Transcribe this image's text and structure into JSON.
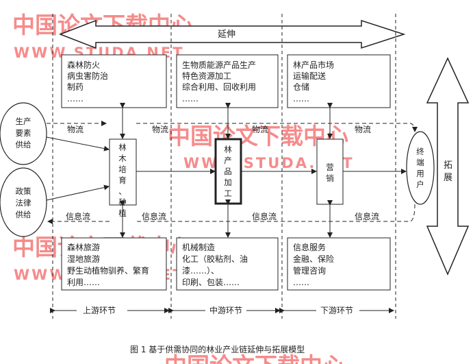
{
  "diagram": {
    "top_arrow_label": "延伸",
    "right_arrow_label": "拓展",
    "caption": "图 1   基于供需协同的林业产业链延伸与拓展模型",
    "left_nodes": [
      {
        "label": "生产要素供给"
      },
      {
        "label": "政策法律供给"
      }
    ],
    "end_node": {
      "label": "终端用户"
    },
    "chain_nodes": [
      {
        "label": "林木培育、种植"
      },
      {
        "label": "林产品加工"
      },
      {
        "label": "营销"
      }
    ],
    "top_boxes": [
      {
        "lines": [
          "森林防火",
          "病虫害防治",
          "制药",
          "……"
        ]
      },
      {
        "lines": [
          "生物质能源产品生产",
          "特色资源加工",
          "综合利用、回收利用",
          "……"
        ]
      },
      {
        "lines": [
          "林产品市场",
          "运输配送",
          "仓储",
          "……"
        ]
      }
    ],
    "bottom_boxes": [
      {
        "lines": [
          "森林旅游",
          "湿地旅游",
          "野生动植物驯养、繁育",
          "利用……"
        ]
      },
      {
        "lines": [
          "机械制造",
          "化工（胶粘剂、油",
          "漆……）、",
          "印刷、包装……"
        ]
      },
      {
        "lines": [
          "信息服务",
          "金融、保险",
          "管理咨询",
          "……"
        ]
      }
    ],
    "flow_labels": {
      "material": [
        "物流",
        "物流",
        "物流",
        "物流"
      ],
      "information": [
        "信息流",
        "信息流",
        "信息流",
        "信息流"
      ]
    },
    "stages": [
      "上游环节",
      "中游环节",
      "下游环节"
    ],
    "watermarks": {
      "text": [
        "中国论文下载中心",
        "WWW.STUDA.NET"
      ]
    }
  }
}
